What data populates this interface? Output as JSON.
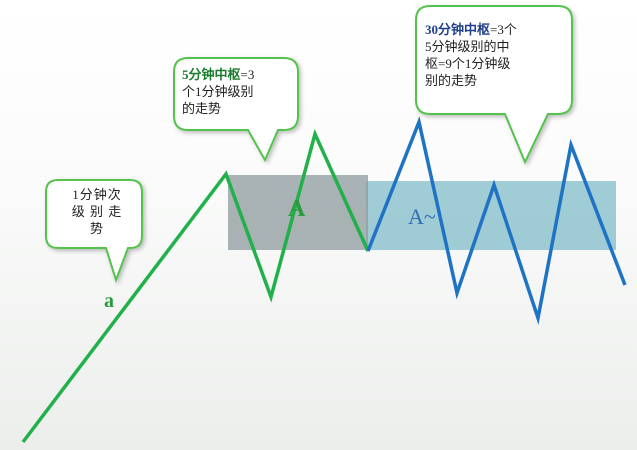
{
  "callouts": {
    "one_minute": {
      "line1": "1分钟次",
      "line2": "级 别 走",
      "line3": "势"
    },
    "five_minute": {
      "bold_part": "5分钟中枢",
      "rest1": "=3",
      "line2": "个1分钟级别",
      "line3": "的走势"
    },
    "thirty_minute": {
      "bold_part": "30分钟中枢",
      "rest1": "=3个",
      "line2": "5分钟级别的中",
      "line3": "枢=9个1分钟级",
      "line4": "别的走势"
    }
  },
  "labels": {
    "a_small": "a",
    "A_big": "A",
    "A_tilde": "A~"
  },
  "colors": {
    "green_line": "#22b04b",
    "blue_line": "#1f73c4",
    "gray_box": "#8e9a9c",
    "blue_box": "#8fc3cf",
    "callout_border": "#55c24d"
  }
}
